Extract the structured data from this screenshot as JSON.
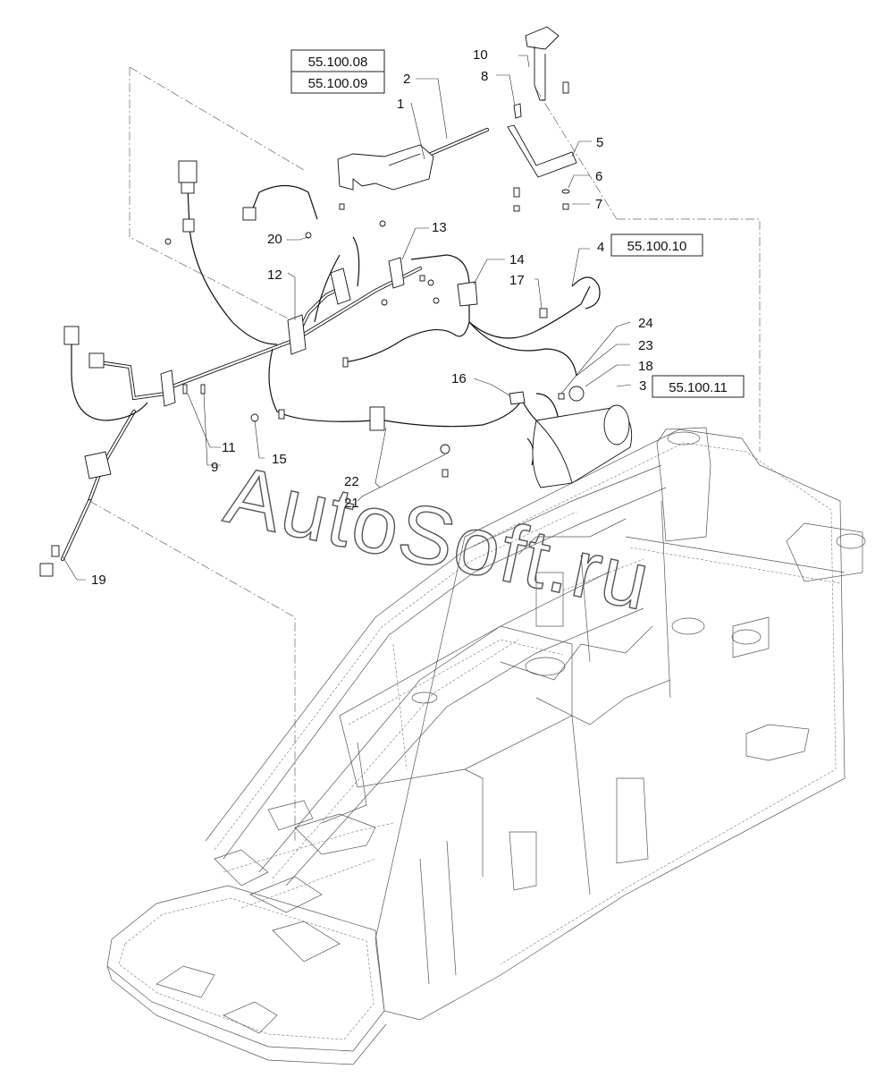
{
  "watermark": "AutoSoft.ru",
  "reference_boxes": [
    {
      "id": "ref-1",
      "label": "55.100.08"
    },
    {
      "id": "ref-2",
      "label": "55.100.09"
    },
    {
      "id": "ref-3",
      "label": "55.100.10"
    },
    {
      "id": "ref-4",
      "label": "55.100.11"
    }
  ],
  "callouts": [
    "1",
    "2",
    "3",
    "4",
    "5",
    "6",
    "7",
    "8",
    "9",
    "10",
    "11",
    "12",
    "13",
    "14",
    "15",
    "16",
    "17",
    "18",
    "19",
    "20",
    "21",
    "22",
    "23",
    "24"
  ]
}
